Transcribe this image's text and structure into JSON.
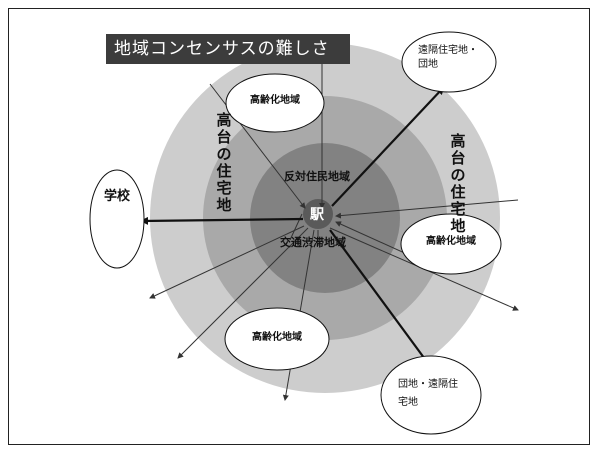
{
  "title": "地域コンセンサスの難しさ",
  "center": "駅",
  "zones": {
    "inner_top": "反対住民地域",
    "inner_bottom": "交通渋滞地域"
  },
  "side_labels": {
    "left": "高台の住宅地",
    "right": "高台の住宅地"
  },
  "ellipses": {
    "school": "学校",
    "top_right": "遠隔住宅地・団地",
    "aging_top": "高齢化地域",
    "aging_right": "高齢化地域",
    "aging_bottom": "高齢化地域",
    "bottom_right": "団地・遠隔住宅地"
  },
  "colors": {
    "ring_outer": "#cdcdcd",
    "ring_middle": "#a9a9a9",
    "ring_inner": "#828282",
    "center": "#5a5a5a",
    "title_bg": "#3c3c3c"
  }
}
